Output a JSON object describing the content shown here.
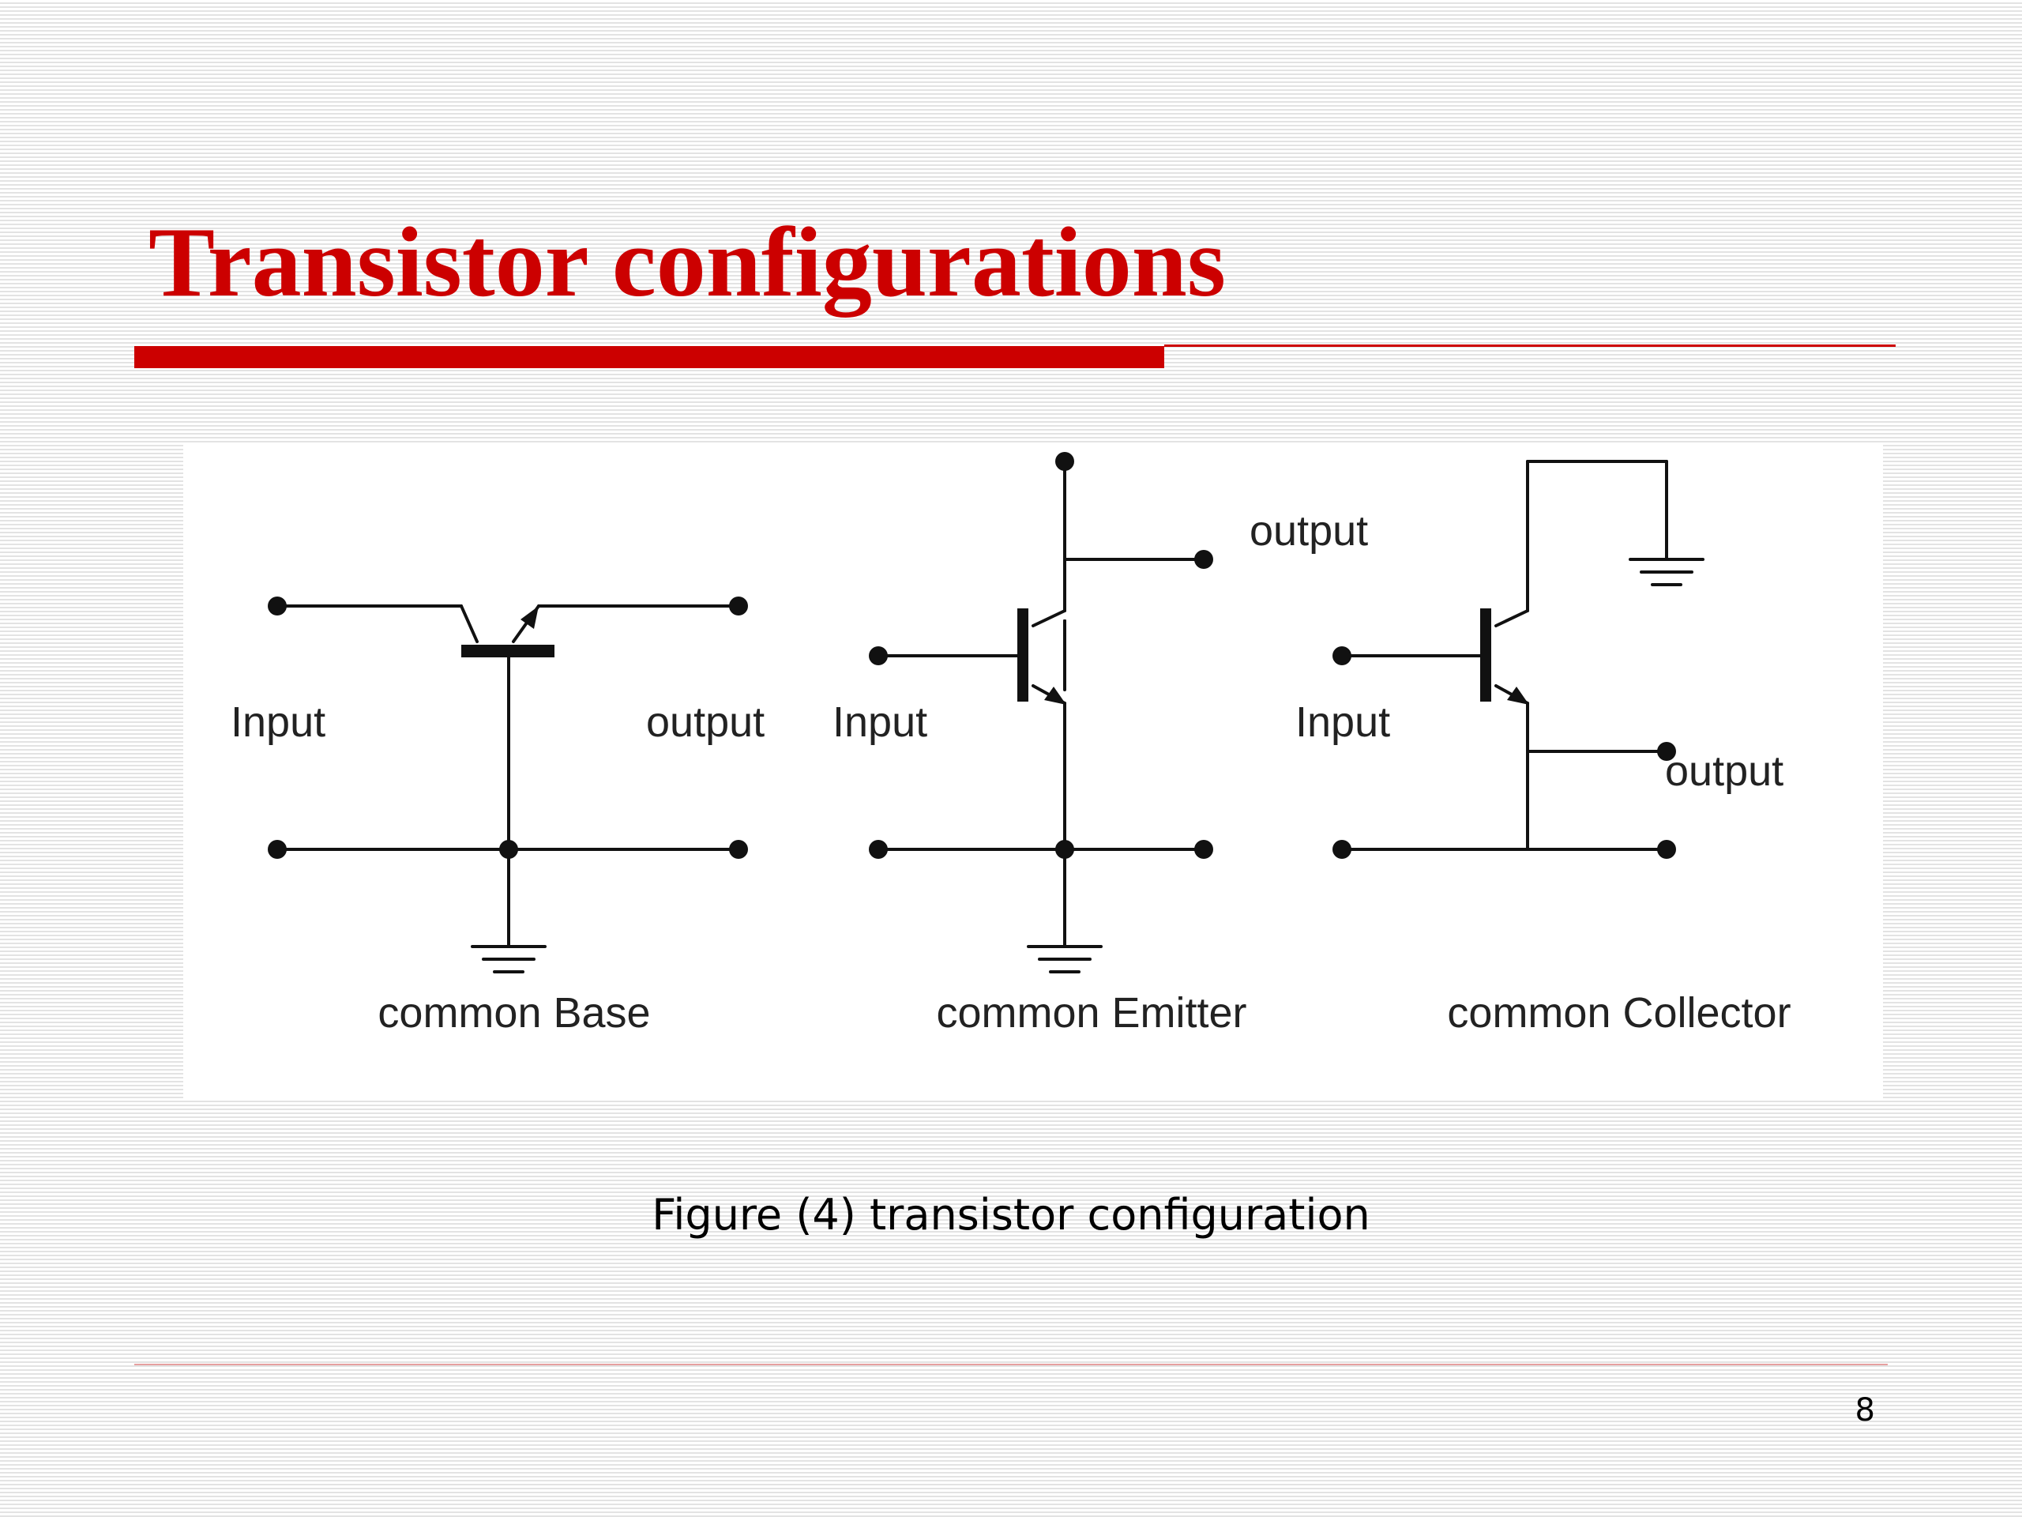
{
  "slide": {
    "title": "Transistor configurations",
    "caption": "Figure (4) transistor configuration",
    "page_number": "8"
  },
  "diagram": {
    "common_base": {
      "input_label": "Input",
      "output_label": "output",
      "name": "common Base"
    },
    "common_emitter": {
      "input_label": "Input",
      "output_label": "output",
      "name": "common Emitter"
    },
    "common_collector": {
      "input_label": "Input",
      "output_label": "output",
      "name": "common Collector"
    }
  },
  "colors": {
    "title": "#cc0000",
    "accent_rule": "#cc0000",
    "wire": "#111111",
    "label": "#222222"
  }
}
